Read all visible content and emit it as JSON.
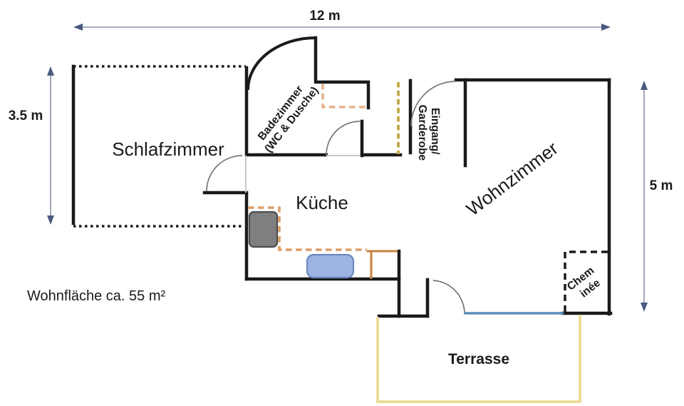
{
  "dimensions": {
    "width_label": "12 m",
    "left_height_label": "3.5 m",
    "right_height_label": "5 m"
  },
  "area_note": "Wohnfläche ca. 55 m²",
  "rooms": {
    "schlafzimmer": {
      "label": "Schlafzimmer"
    },
    "badezimmer": {
      "line1": "Badezimmer",
      "line2": "(WC & Dusche)"
    },
    "kueche": {
      "label": "Küche"
    },
    "eingang": {
      "line1": "Eingang/",
      "line2": "Garderobe"
    },
    "wohnzimmer": {
      "label": "Wohnzimmer"
    },
    "cheminee": {
      "line1": "Chem",
      "line2": "inée"
    },
    "terrasse": {
      "label": "Terrasse"
    }
  },
  "colors": {
    "wall": "#1a1a1a",
    "dim_line": "#8a93a8",
    "dim_arrowhead": "#4a5a80",
    "dim_text": "#4d7f9e",
    "window_blue": "#5b8db8",
    "terrace_yellow": "#ecd88f",
    "wardrobe_dash": "#c0ad4d",
    "counter_dash_orange": "#dd9e66",
    "counter_solid_orange": "#c8803f",
    "bath_dash_salmon": "#e6b18a",
    "door_arc_gray": "#777777",
    "door_leaf_gray": "#c8c8c8",
    "appliance_fill": "#7f7f7f",
    "appliance_stroke": "#4d4d4d",
    "table_fill": "#9db4e2",
    "table_stroke": "#6b87c0"
  }
}
